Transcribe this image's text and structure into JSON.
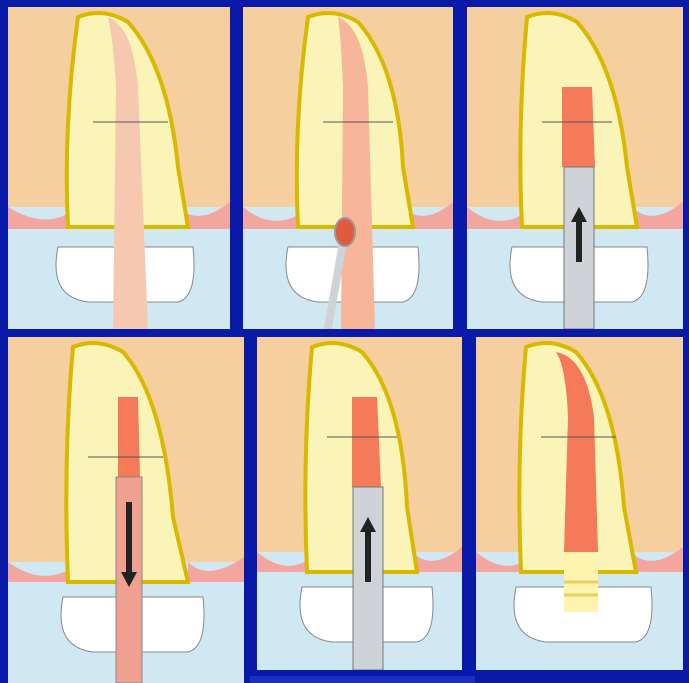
{
  "colors": {
    "frame": "#0a1aa8",
    "sky": "#cfe8f2",
    "bone": "#f6cf9e",
    "gum": "#f3a5a0",
    "enamel": "#fbf4b8",
    "dentin_line": "#d9b800",
    "crown": "#ffffff",
    "filling": "#f47a5a",
    "instrument": "#cfd2d6",
    "arrow": "#333333"
  },
  "panels": [
    {
      "step": 1,
      "canal": "empty-beam",
      "instrument": "none",
      "arrow": "none"
    },
    {
      "step": 2,
      "canal": "gradient",
      "instrument": "syringe-tip",
      "arrow": "none"
    },
    {
      "step": 3,
      "canal": "partial-fill",
      "instrument": "plugger",
      "arrow": "up"
    },
    {
      "step": 4,
      "canal": "partial-fill",
      "instrument": "gun-needle",
      "arrow": "down"
    },
    {
      "step": 5,
      "canal": "partial-fill",
      "instrument": "plugger",
      "arrow": "up"
    },
    {
      "step": 6,
      "canal": "full-fill",
      "instrument": "none",
      "arrow": "none"
    }
  ]
}
